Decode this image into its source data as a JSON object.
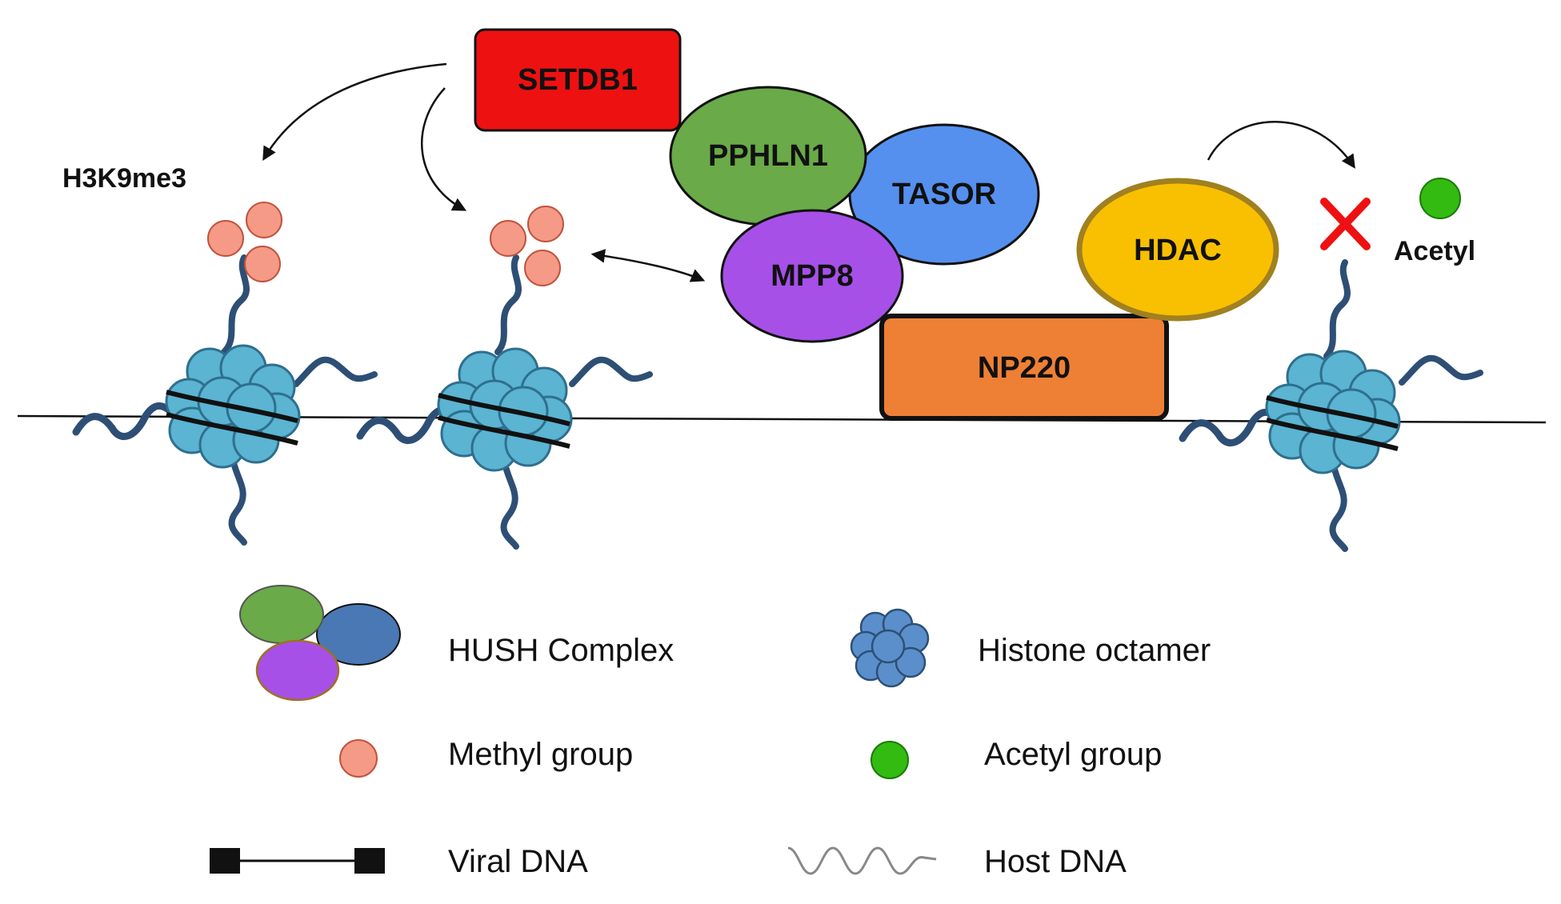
{
  "proteins": {
    "setdb1": "SETDB1",
    "pphln1": "PPHLN1",
    "tasor": "TASOR",
    "mpp8": "MPP8",
    "hdac": "HDAC",
    "np220": "NP220"
  },
  "annotations": {
    "h3k9me3": "H3K9me3",
    "acetyl": "Acetyl"
  },
  "legend": {
    "hush_complex": "HUSH Complex",
    "histone_octamer": "Histone octamer",
    "methyl_group": "Methyl group",
    "acetyl_group": "Acetyl group",
    "viral_dna": "Viral DNA",
    "host_dna": "Host DNA"
  },
  "colors": {
    "setdb1": "#ee1111",
    "pphln1": "#6aaa48",
    "tasor": "#5590ee",
    "mpp8": "#a650e8",
    "hdac": "#f8c000",
    "hdac_border": "#a08020",
    "np220": "#ee8035",
    "histone": "#5ab4d2",
    "histone_tail": "#2e4f75",
    "methyl": "#f49a86",
    "acetyl": "#33bb11",
    "cross": "#ee1111",
    "legend_histone": "#5a8fcc",
    "legend_tasor": "#4a78b4"
  }
}
